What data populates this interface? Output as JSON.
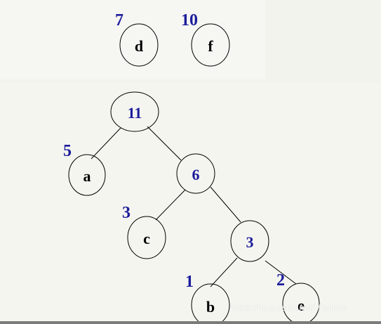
{
  "diagram": {
    "colors": {
      "weight": "#1c1c9c",
      "leaf_label": "#000000",
      "internal_label": "#1c1c9c",
      "stroke": "#000000"
    },
    "forest": [
      {
        "id": "d",
        "label": "d",
        "weight": "7"
      },
      {
        "id": "f",
        "label": "f",
        "weight": "10"
      }
    ],
    "tree": {
      "root": {
        "id": "root",
        "label": "11"
      },
      "nodes": [
        {
          "id": "a",
          "label": "a",
          "weight": "5",
          "leaf": true
        },
        {
          "id": "n6",
          "label": "6",
          "leaf": false
        },
        {
          "id": "c",
          "label": "c",
          "weight": "3",
          "leaf": true
        },
        {
          "id": "n3",
          "label": "3",
          "leaf": false
        },
        {
          "id": "b",
          "label": "b",
          "weight": "1",
          "leaf": true
        },
        {
          "id": "e",
          "label": "e",
          "weight": "2",
          "leaf": true
        }
      ],
      "edges": [
        {
          "from": "root",
          "to": "a"
        },
        {
          "from": "root",
          "to": "n6"
        },
        {
          "from": "n6",
          "to": "c"
        },
        {
          "from": "n6",
          "to": "n3"
        },
        {
          "from": "n3",
          "to": "b"
        },
        {
          "from": "n3",
          "to": "e"
        }
      ]
    }
  },
  "watermark": "https://blog.csdn.net/Vladimir"
}
